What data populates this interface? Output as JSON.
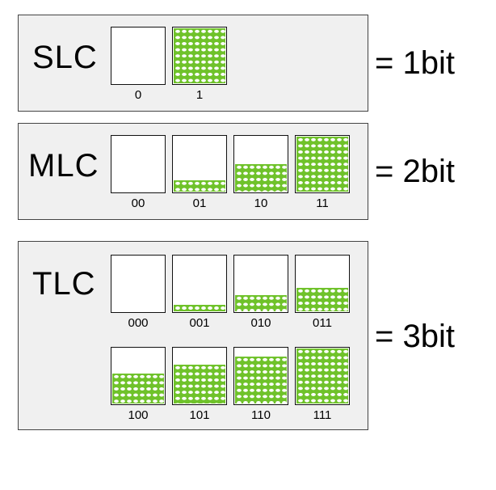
{
  "panels": [
    {
      "title": "SLC",
      "bits_label": "= 1bit",
      "cells": [
        {
          "label": "0",
          "fill": 0
        },
        {
          "label": "1",
          "fill": 1
        }
      ]
    },
    {
      "title": "MLC",
      "bits_label": "= 2bit",
      "cells": [
        {
          "label": "00",
          "fill": 0
        },
        {
          "label": "01",
          "fill": 0.2
        },
        {
          "label": "10",
          "fill": 0.5
        },
        {
          "label": "11",
          "fill": 1
        }
      ]
    },
    {
      "title": "TLC",
      "bits_label": "= 3bit",
      "cells": [
        {
          "label": "000",
          "fill": 0
        },
        {
          "label": "001",
          "fill": 0.12
        },
        {
          "label": "010",
          "fill": 0.3
        },
        {
          "label": "011",
          "fill": 0.42
        },
        {
          "label": "100",
          "fill": 0.55
        },
        {
          "label": "101",
          "fill": 0.7
        },
        {
          "label": "110",
          "fill": 0.85
        },
        {
          "label": "111",
          "fill": 1
        }
      ]
    }
  ],
  "colors": {
    "charge": "#6fc22a",
    "panel_bg": "#f0f0f0"
  }
}
